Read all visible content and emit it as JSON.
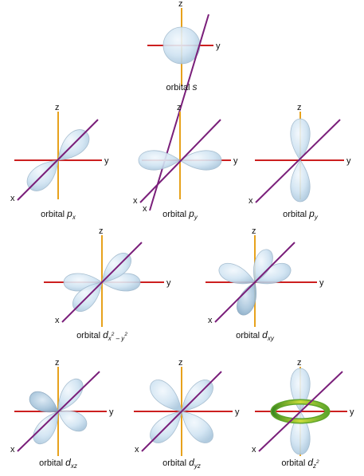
{
  "axes": {
    "x": "x",
    "y": "y",
    "z": "z"
  },
  "colors": {
    "x_axis": "#7a1f7a",
    "y_axis": "#cc1f1f",
    "z_axis": "#e7a21c",
    "lobe": "#cfe3f2",
    "ring_green": "#5fa52a",
    "ring_yellow": "#c8dc3a"
  },
  "orbitals": [
    {
      "id": "s",
      "prefix": "orbital",
      "symbol": "s",
      "sub": "",
      "sup_a": "",
      "sub_tail": "",
      "sup_b": ""
    },
    {
      "id": "px",
      "prefix": "orbital",
      "symbol": "p",
      "sub": "x",
      "sup_a": "",
      "sub_tail": "",
      "sup_b": ""
    },
    {
      "id": "py1",
      "prefix": "orbital",
      "symbol": "p",
      "sub": "y",
      "sup_a": "",
      "sub_tail": "",
      "sup_b": ""
    },
    {
      "id": "py2",
      "prefix": "orbital",
      "symbol": "p",
      "sub": "y",
      "sup_a": "",
      "sub_tail": "",
      "sup_b": ""
    },
    {
      "id": "dx2y2",
      "prefix": "orbital",
      "symbol": "d",
      "sub": "x",
      "sup_a": "2",
      "sub_tail": " – y",
      "sup_b": "2"
    },
    {
      "id": "dxy",
      "prefix": "orbital",
      "symbol": "d",
      "sub": "xy",
      "sup_a": "",
      "sub_tail": "",
      "sup_b": ""
    },
    {
      "id": "dxz",
      "prefix": "orbital",
      "symbol": "d",
      "sub": "xz",
      "sup_a": "",
      "sub_tail": "",
      "sup_b": ""
    },
    {
      "id": "dyz",
      "prefix": "orbital",
      "symbol": "d",
      "sub": "yz",
      "sup_a": "",
      "sub_tail": "",
      "sup_b": ""
    },
    {
      "id": "dz2",
      "prefix": "orbital",
      "symbol": "d",
      "sub": "z",
      "sup_a": "2",
      "sub_tail": "",
      "sup_b": ""
    }
  ]
}
